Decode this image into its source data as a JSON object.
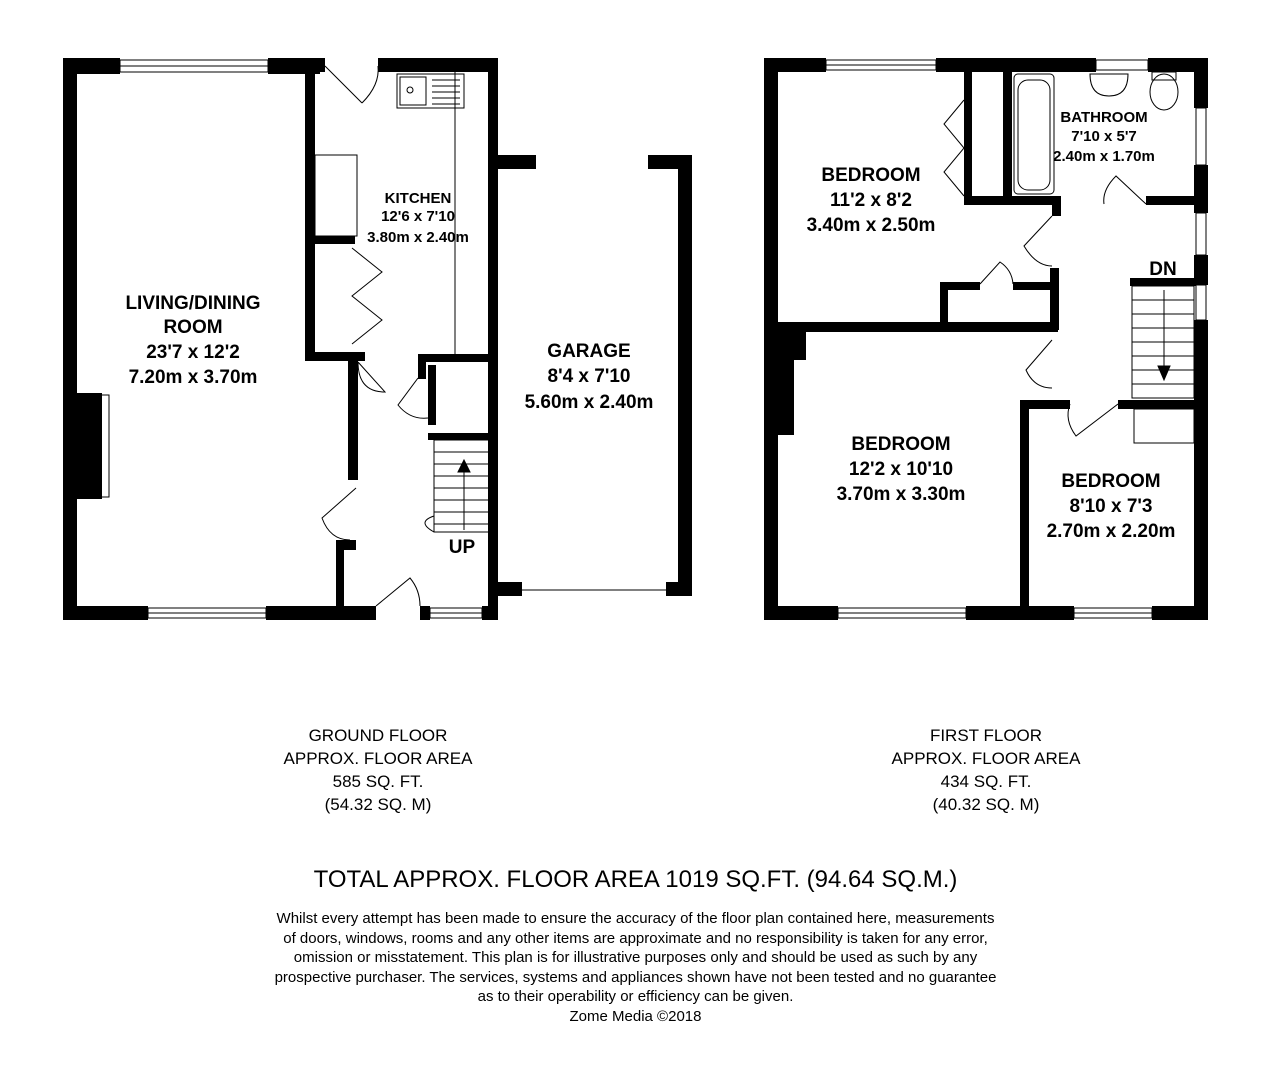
{
  "ground_floor": {
    "rooms": [
      {
        "id": "living",
        "lines": [
          "LIVING/DINING",
          "ROOM",
          "23'7 x 12'2",
          "7.20m x 3.70m"
        ]
      },
      {
        "id": "kitchen",
        "lines": [
          "KITCHEN",
          "12'6 x 7'10",
          "3.80m x 2.40m"
        ]
      },
      {
        "id": "garage",
        "lines": [
          "GARAGE",
          "8'4 x 7'10",
          "5.60m x 2.40m"
        ]
      }
    ],
    "stair_label": "UP",
    "caption": {
      "title": "GROUND FLOOR",
      "area_label": "APPROX. FLOOR AREA",
      "sqft": "585 SQ. FT.",
      "sqm": "(54.32 SQ. M)"
    }
  },
  "first_floor": {
    "rooms": [
      {
        "id": "bedroom1",
        "lines": [
          "BEDROOM",
          "11'2 x 8'2",
          "3.40m x 2.50m"
        ]
      },
      {
        "id": "bathroom",
        "lines": [
          "BATHROOM",
          "7'10 x 5'7",
          "2.40m x 1.70m"
        ]
      },
      {
        "id": "bedroom2",
        "lines": [
          "BEDROOM",
          "12'2 x 10'10",
          "3.70m x 3.30m"
        ]
      },
      {
        "id": "bedroom3",
        "lines": [
          "BEDROOM",
          "8'10 x 7'3",
          "2.70m x 2.20m"
        ]
      }
    ],
    "stair_label": "DN",
    "caption": {
      "title": "FIRST FLOOR",
      "area_label": "APPROX. FLOOR AREA",
      "sqft": "434 SQ. FT.",
      "sqm": "(40.32 SQ. M)"
    }
  },
  "total_area": "TOTAL APPROX. FLOOR AREA 1019 SQ.FT. (94.64 SQ.M.)",
  "disclaimer_lines": [
    "Whilst every attempt has been made to ensure the accuracy of the floor plan contained here, measurements",
    "of doors, windows, rooms and any other items are approximate and no responsibility is taken for any error,",
    "omission or misstatement. This plan is for illustrative purposes only and should be used as such by any",
    "prospective purchaser. The services, systems and appliances shown have not been tested and no guarantee",
    "as to their operability or efficiency can be given."
  ],
  "credit": "Zome Media ©2018",
  "colors": {
    "wall": "#000000",
    "background": "#ffffff",
    "fixture_line": "#555555"
  }
}
